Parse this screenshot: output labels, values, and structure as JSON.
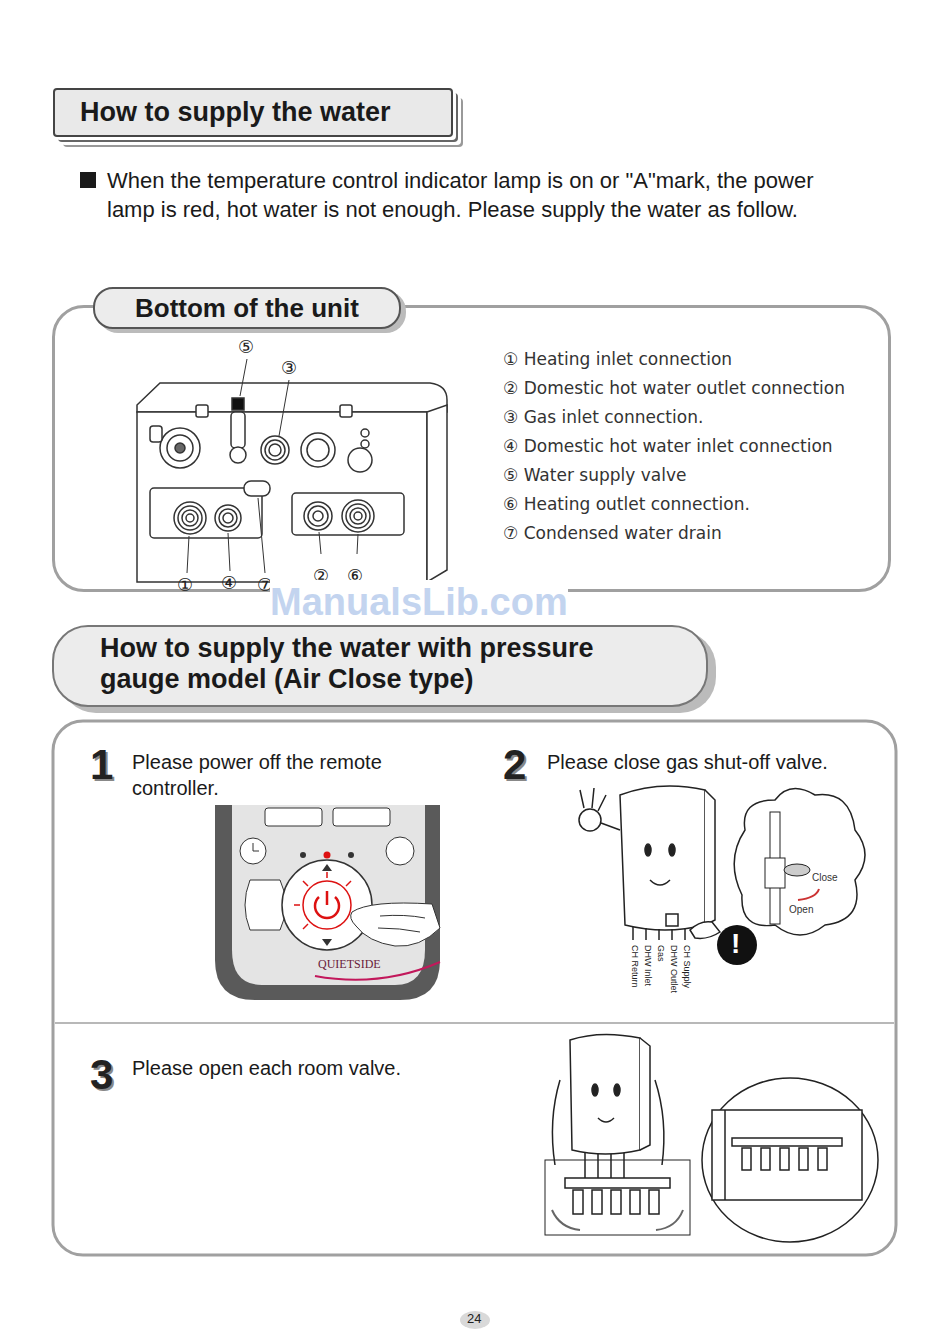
{
  "diagram": {
    "title": "How to supply the water",
    "nodes": [
      {
        "text": [
          "Bottom of the unit"
        ]
      },
      {
        "text": [
          "How to supply the water with pressure gauge model (Air Close type)"
        ]
      }
    ],
    "labels": [
      "When the temperature control indicator lamp is on or \"A\"mark, the power lamp is red, hot water is not enough. Please supply the water as follow.",
      "⑤",
      "③",
      "①",
      "④",
      "⑦",
      "②",
      "⑥",
      "① Heating inlet connection",
      "② Domestic hot water outlet connection",
      "③ Gas inlet connection.",
      "④ Domestic hot water inlet connection",
      "⑤ Water supply valve",
      "⑥ Heating outlet connection.",
      "⑦ Condensed water drain",
      "ManualsLib.com",
      "1",
      "Please power off the remote controller.",
      "QUIETSIDE",
      "2",
      "Please close gas shut-off valve.",
      "Close",
      "Open",
      "CH Return",
      "DHW Inlet",
      "Gas",
      "DHW Outlet",
      "CH Supply",
      "!",
      "3",
      "Please open each room valve.",
      "24"
    ]
  }
}
